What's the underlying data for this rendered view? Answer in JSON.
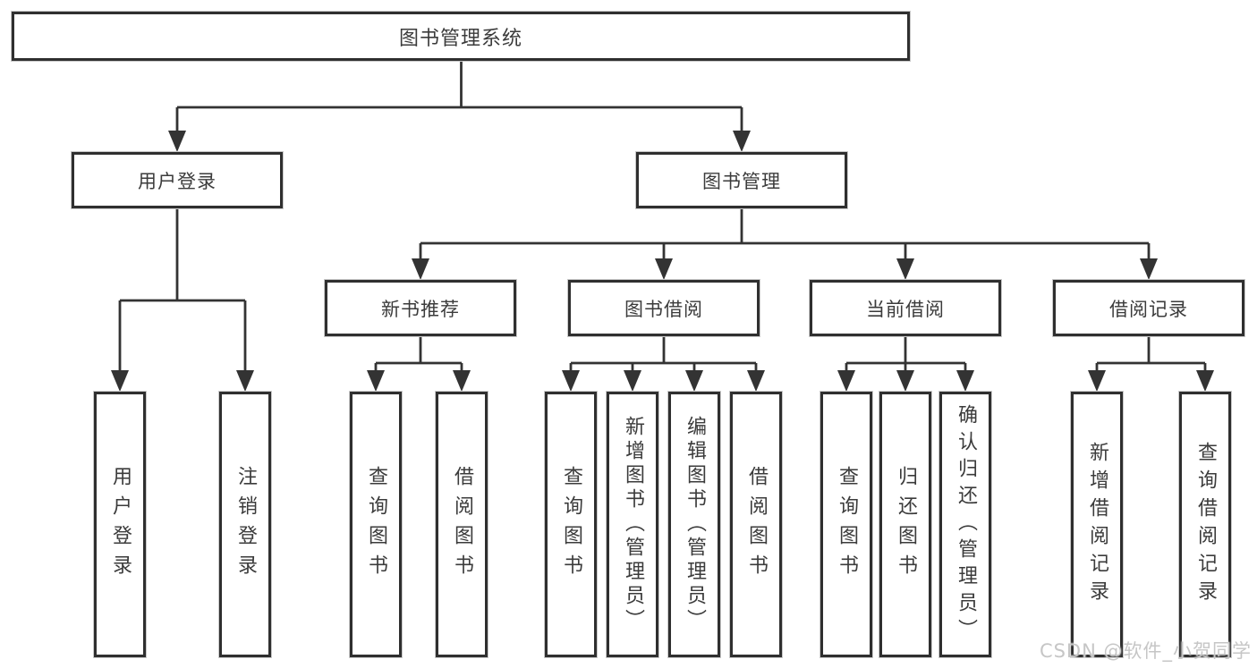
{
  "tree": {
    "label": "图书管理系统",
    "children": [
      {
        "label": "用户登录",
        "children": [
          {
            "label": "用户登录"
          },
          {
            "label": "注销登录"
          }
        ]
      },
      {
        "label": "图书管理",
        "children": [
          {
            "label": "新书推荐",
            "children": [
              {
                "label": "查询图书"
              },
              {
                "label": "借阅图书"
              }
            ]
          },
          {
            "label": "图书借阅",
            "children": [
              {
                "label": "查询图书"
              },
              {
                "label": "新增图书（管理员）"
              },
              {
                "label": "编辑图书（管理员）"
              },
              {
                "label": "借阅图书"
              }
            ]
          },
          {
            "label": "当前借阅",
            "children": [
              {
                "label": "查询图书"
              },
              {
                "label": "归还图书"
              },
              {
                "label": "确认归还（管理员）"
              }
            ]
          },
          {
            "label": "借阅记录",
            "children": [
              {
                "label": "新增借阅记录"
              },
              {
                "label": "查询借阅记录"
              }
            ]
          }
        ]
      }
    ]
  },
  "watermark": {
    "text": "CSDN @软件_小贺同学"
  },
  "colors": {
    "background": "#ffffff",
    "line": "#333333",
    "box_border": "#2f2f2f",
    "text": "#3b3b3b",
    "watermark": "#c6c6c6"
  }
}
